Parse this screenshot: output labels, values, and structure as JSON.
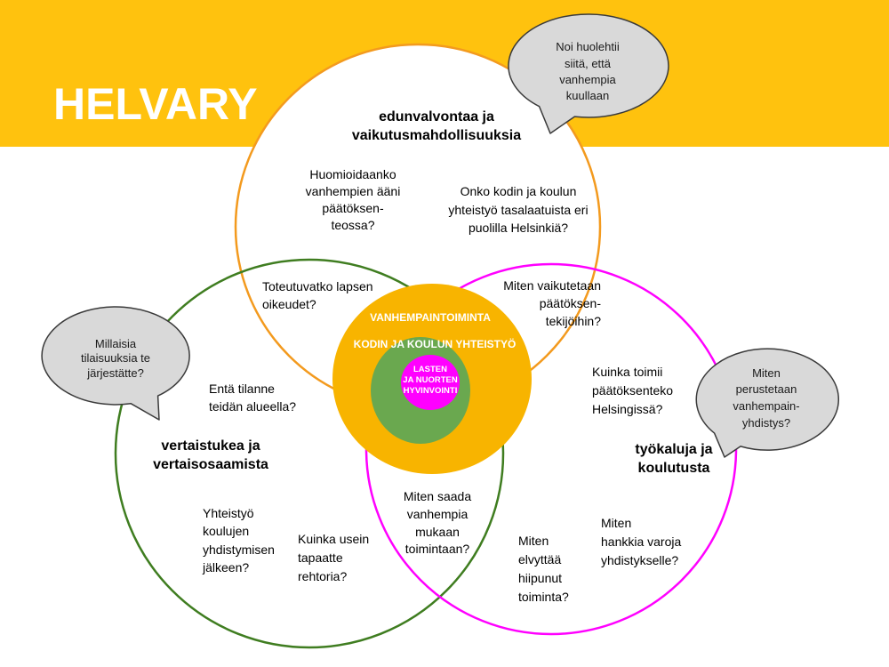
{
  "header": {
    "title": "HELVARY"
  },
  "circles": {
    "top": {
      "label": [
        "edunvalvontaa ja",
        "vaikutusmahdollisuuksia"
      ]
    },
    "left": {
      "label": [
        "vertaistukea ja",
        "vertaisosaamista"
      ]
    },
    "right": {
      "label": [
        "työkaluja ja",
        "koulutusta"
      ]
    }
  },
  "center": {
    "outer_ring": "VANHEMPAINTOIMINTA",
    "middle_ring": "KODIN JA KOULUN YHTEISTYÖ",
    "core": [
      "LASTEN",
      "JA NUORTEN",
      "HYVINVOINTI"
    ]
  },
  "bubbles": {
    "top_right": [
      "Noi huolehtii",
      "siitä, että",
      "vanhempia",
      "kuullaan"
    ],
    "left": [
      "Millaisia",
      "tilaisuuksia te",
      "järjestätte?"
    ],
    "right": [
      "Miten",
      "perustetaan",
      "vanhempain-",
      "yhdistys?"
    ]
  },
  "questions": {
    "huomioidaanko": [
      "Huomioidaanko",
      "vanhempien ääni",
      "päätöksen-",
      "teossa?"
    ],
    "tasalaatuista": [
      "Onko kodin ja koulun",
      "yhteistyö tasalaatuista eri",
      "puolilla Helsinkiä?"
    ],
    "lapsen_oikeudet": [
      "Toteutuvatko lapsen",
      "oikeudet?"
    ],
    "vaikutetaan": [
      "Miten vaikutetaan",
      "päätöksen-",
      "tekijöihin?"
    ],
    "alueella": [
      "Entä tilanne",
      "teidän alueella?"
    ],
    "paatoksenteko": [
      "Kuinka toimii",
      "päätöksenteko",
      "Helsingissä?"
    ],
    "yhdistyminen": [
      "Yhteistyö",
      "koulujen",
      "yhdistymisen",
      "jälkeen?"
    ],
    "rehtoria": [
      "Kuinka usein",
      "tapaatte",
      "rehtoria?"
    ],
    "mukaan": [
      "Miten saada",
      "vanhempia",
      "mukaan",
      "toimintaan?"
    ],
    "elvyttaa": [
      "Miten",
      "elvyttää",
      "hiipunut",
      "toiminta?"
    ],
    "varoja": [
      "Miten",
      "hankkia varoja",
      "yhdistykselle?"
    ]
  },
  "colors": {
    "banner": "#FFC20E",
    "title_text": "#FFFFFF",
    "advocacy_circle": "#F39A1E",
    "peer_support_circle": "#3F7D20",
    "tools_training_circle": "#FF00FF",
    "outer_ring": "#F8B400",
    "middle_ring": "#6AA84F",
    "core": "#FF00FF",
    "bubble_fill": "#D9D9D9",
    "bubble_outline": "#3A3A3A"
  }
}
